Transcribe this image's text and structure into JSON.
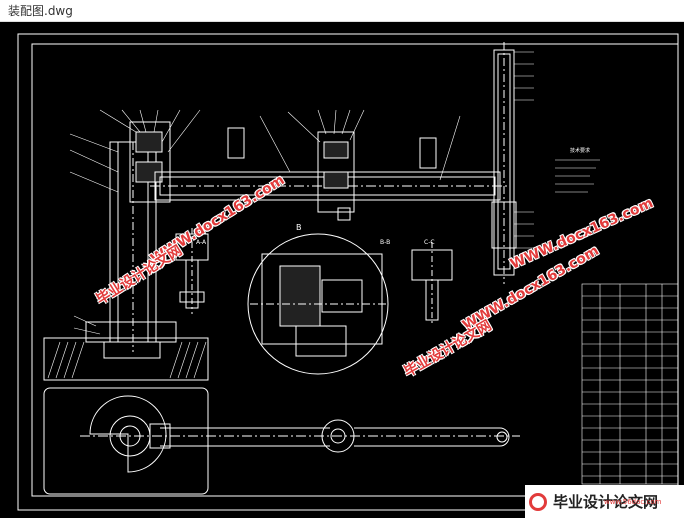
{
  "window": {
    "title": "装配图.dwg"
  },
  "drawing": {
    "section_label": "B",
    "view_labels": [
      "A-A",
      "B-B",
      "C-C"
    ],
    "note_heading": "技术要求"
  },
  "watermarks": {
    "site_a": "WWW.docx163.com",
    "site_b": "毕业设计论文网",
    "site_c": "WWW.docx163.com",
    "site_d": "毕业设计论文网"
  },
  "footer_logo": {
    "text": "毕业设计论文网",
    "url": "www.56doc.com"
  },
  "colors": {
    "background": "#000000",
    "line": "#ffffff",
    "accent": "#e23b3b"
  }
}
